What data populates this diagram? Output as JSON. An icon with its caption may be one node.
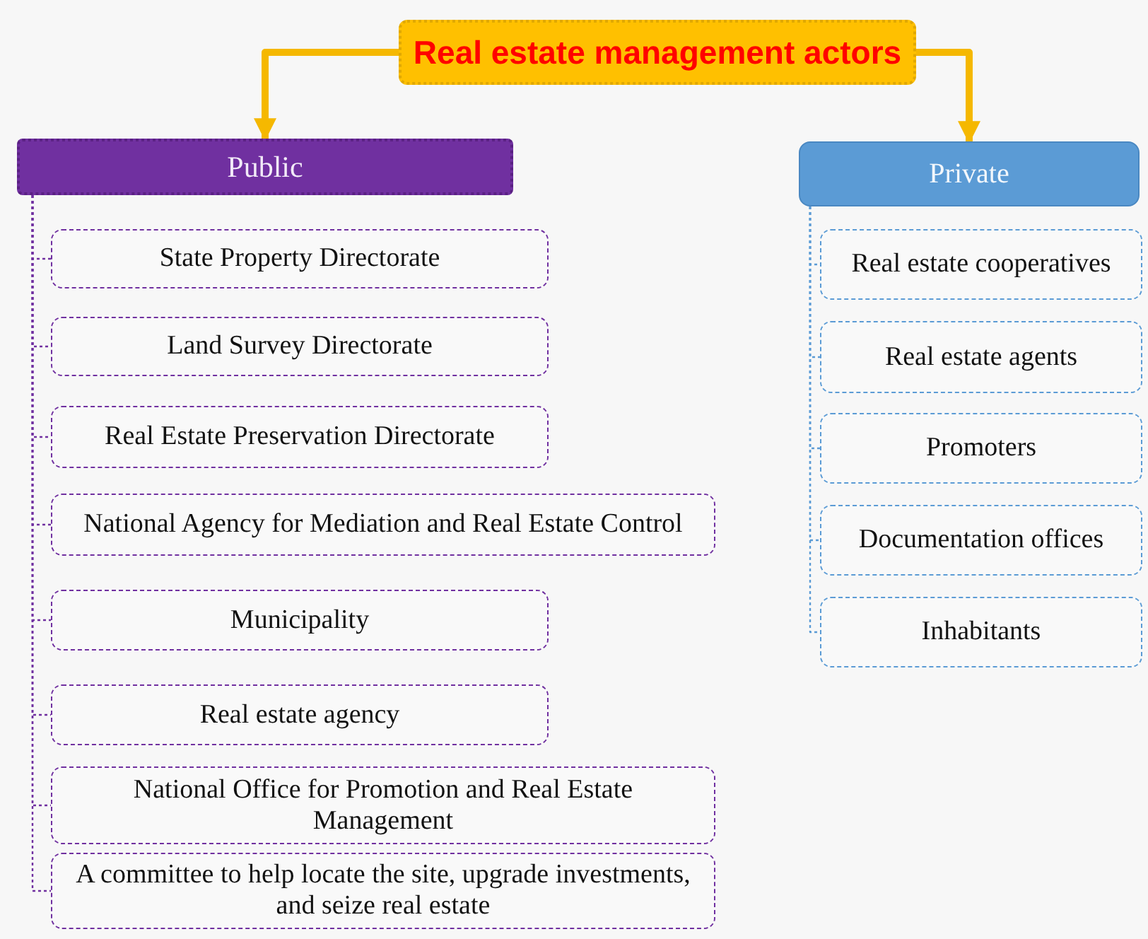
{
  "diagram": {
    "nodes": [
      {
        "text": [
          "Real estate management actors"
        ]
      },
      {
        "text": [
          "Public"
        ]
      },
      {
        "text": [
          "Private"
        ]
      },
      {
        "text": [
          "State Property Directorate"
        ]
      },
      {
        "text": [
          "Land Survey Directorate"
        ]
      },
      {
        "text": [
          "Real Estate Preservation Directorate"
        ]
      },
      {
        "text": [
          "National Agency for Mediation and Real Estate Control"
        ]
      },
      {
        "text": [
          "Municipality"
        ]
      },
      {
        "text": [
          "Real estate agency"
        ]
      },
      {
        "text": [
          "National Office for Promotion and Real Estate Management"
        ]
      },
      {
        "text": [
          "A committee to help locate the site, upgrade investments, and seize real estate"
        ]
      },
      {
        "text": [
          "Real estate cooperatives"
        ]
      },
      {
        "text": [
          "Real estate agents"
        ]
      },
      {
        "text": [
          "Promoters"
        ]
      },
      {
        "text": [
          "Documentation offices"
        ]
      },
      {
        "text": [
          "Inhabitants"
        ]
      }
    ],
    "edges": [
      {
        "from": 0,
        "to": 1,
        "arrow": "to",
        "style": "thick",
        "color": "#f5b800"
      },
      {
        "from": 0,
        "to": 2,
        "arrow": "to",
        "style": "thick",
        "color": "#f5b800"
      },
      {
        "from": 1,
        "to": 3,
        "arrow": "none",
        "style": "dashed"
      },
      {
        "from": 1,
        "to": 4,
        "arrow": "none",
        "style": "dashed"
      },
      {
        "from": 1,
        "to": 5,
        "arrow": "none",
        "style": "dashed"
      },
      {
        "from": 1,
        "to": 6,
        "arrow": "none",
        "style": "dashed"
      },
      {
        "from": 1,
        "to": 7,
        "arrow": "none",
        "style": "dashed"
      },
      {
        "from": 1,
        "to": 8,
        "arrow": "none",
        "style": "dashed"
      },
      {
        "from": 1,
        "to": 9,
        "arrow": "none",
        "style": "dashed"
      },
      {
        "from": 1,
        "to": 10,
        "arrow": "none",
        "style": "dashed"
      },
      {
        "from": 2,
        "to": 11,
        "arrow": "none",
        "style": "dashed",
        "color": "#5b9bd5"
      },
      {
        "from": 2,
        "to": 12,
        "arrow": "none",
        "style": "dashed",
        "color": "#5b9bd5"
      },
      {
        "from": 2,
        "to": 13,
        "arrow": "none",
        "style": "dashed",
        "color": "#5b9bd5"
      },
      {
        "from": 2,
        "to": 14,
        "arrow": "none",
        "style": "dashed",
        "color": "#5b9bd5"
      },
      {
        "from": 2,
        "to": 15,
        "arrow": "none",
        "style": "dashed",
        "color": "#5b9bd5"
      }
    ]
  }
}
